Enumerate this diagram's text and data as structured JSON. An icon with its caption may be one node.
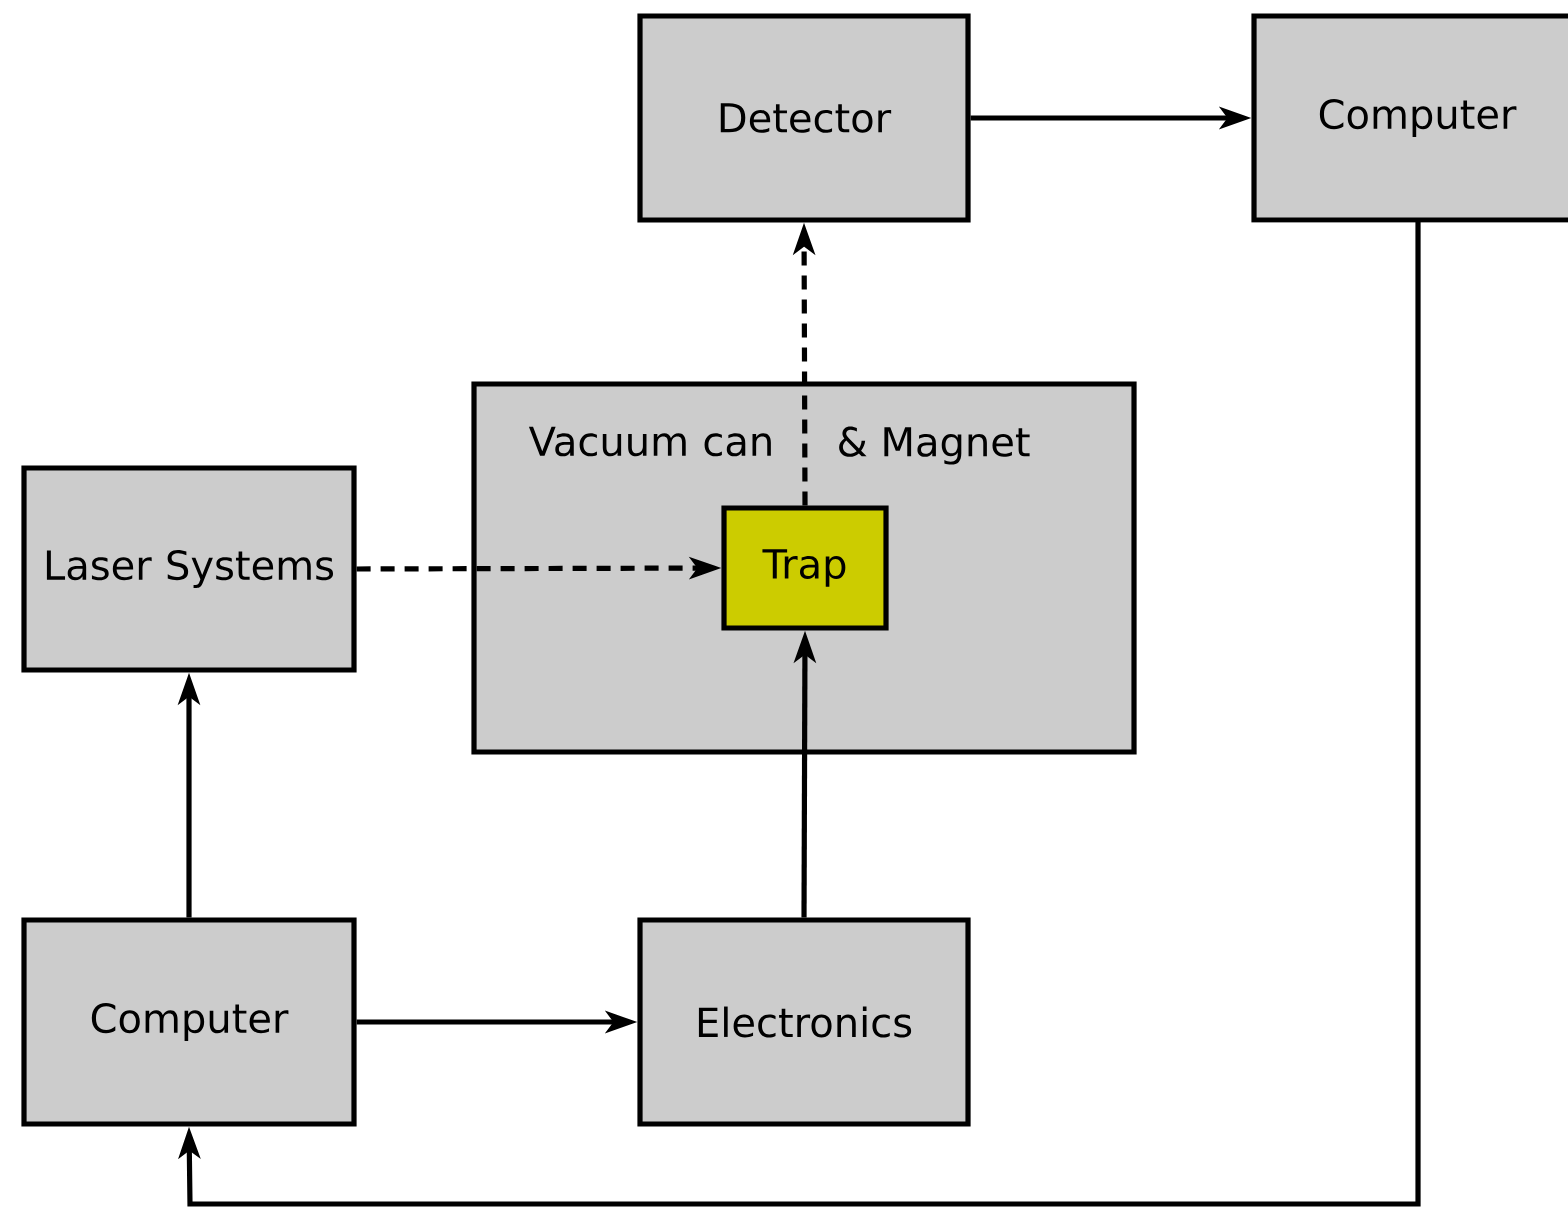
{
  "diagram": {
    "nodes": [
      {
        "text": [
          "Detector"
        ]
      },
      {
        "text": [
          "Computer"
        ]
      },
      {
        "text": [
          "Vacuum can",
          "& Magnet"
        ]
      },
      {
        "text": [
          "Trap"
        ],
        "in": 2
      },
      {
        "text": [
          "Laser Systems"
        ]
      },
      {
        "text": [
          "Computer"
        ]
      },
      {
        "text": [
          "Electronics"
        ]
      }
    ],
    "edges": [
      {
        "from": 0,
        "to": 1,
        "arrow": "to"
      },
      {
        "from": 4,
        "to": 3,
        "arrow": "to",
        "style": "dashed"
      },
      {
        "from": 3,
        "to": 0,
        "arrow": "to",
        "style": "dashed"
      },
      {
        "from": 5,
        "to": 4,
        "arrow": "to"
      },
      {
        "from": 5,
        "to": 6,
        "arrow": "to"
      },
      {
        "from": 6,
        "to": 3,
        "arrow": "to"
      },
      {
        "from": 1,
        "to": 5,
        "arrow": "to"
      }
    ]
  }
}
